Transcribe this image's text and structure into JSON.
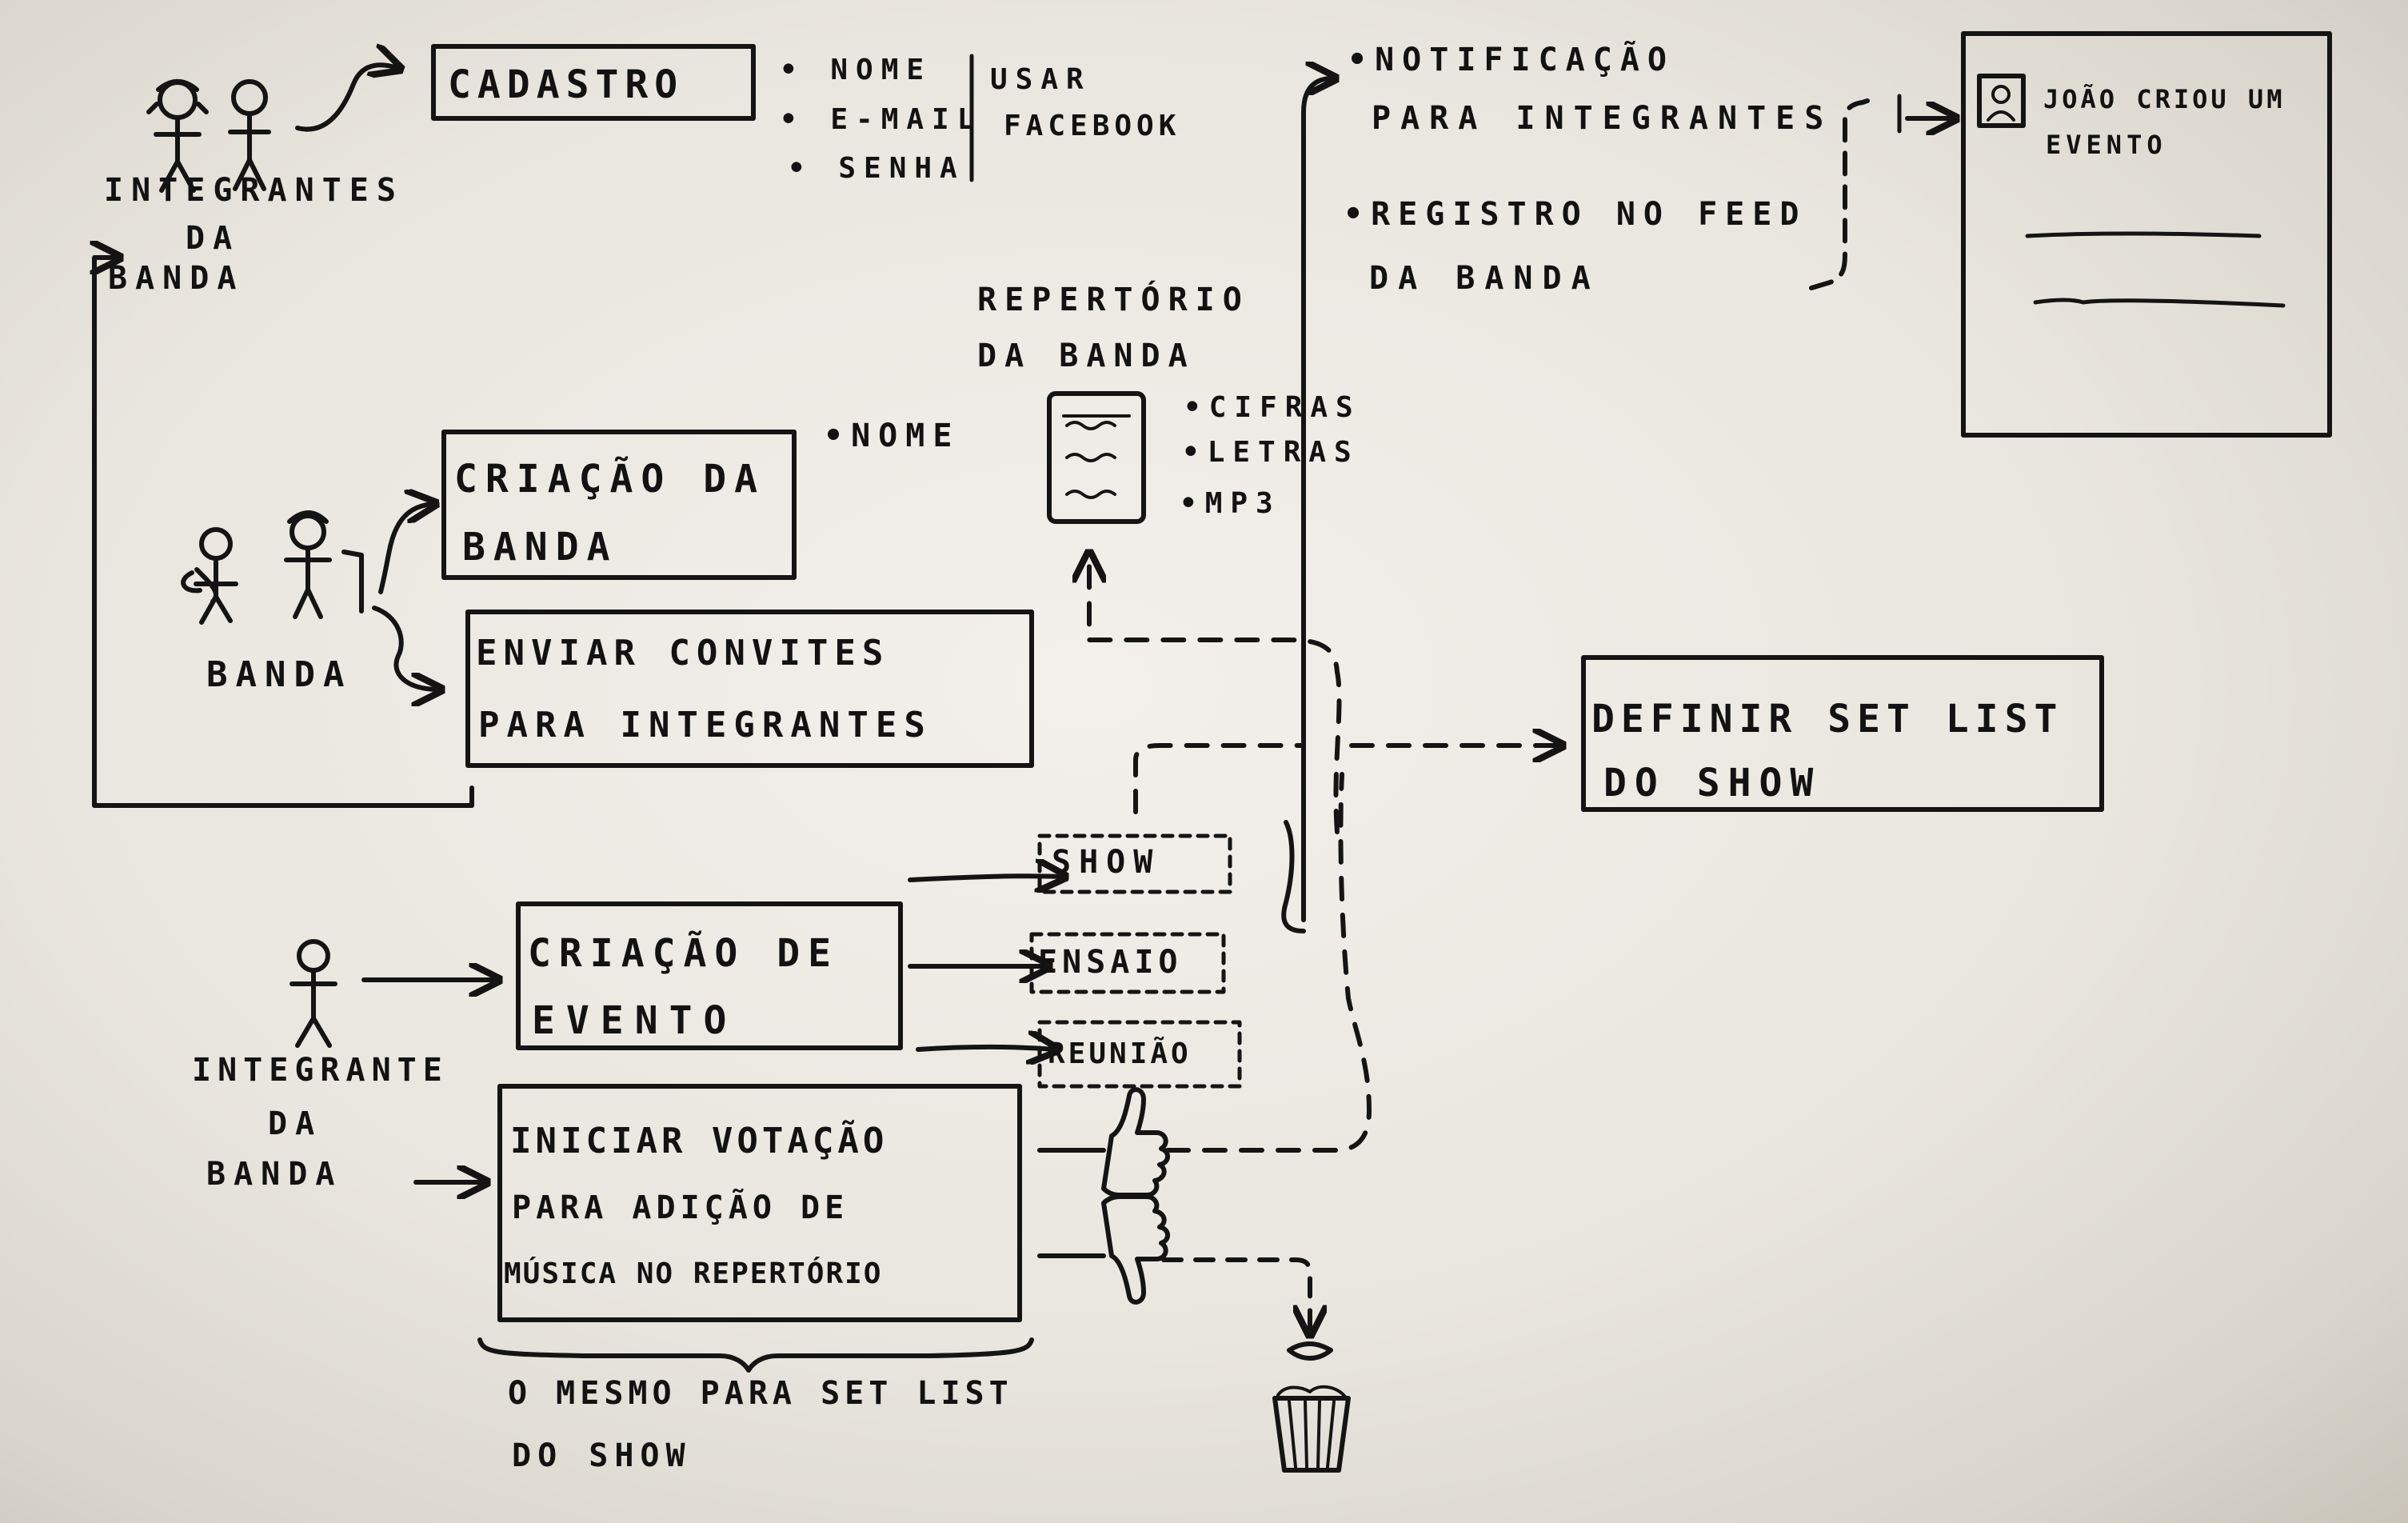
{
  "actors": {
    "integrantes_da_banda": [
      "INTEGRANTES",
      "DA",
      "BANDA"
    ],
    "banda": "BANDA",
    "integrante_da_banda": [
      "INTEGRANTE",
      "DA",
      "BANDA"
    ]
  },
  "cadastro": {
    "title": "CADASTRO",
    "fields": [
      "NOME",
      "E-MAIL",
      "SENHA"
    ],
    "alternative": [
      "USAR",
      "FACEBOOK"
    ]
  },
  "criacao_da_banda": {
    "title": [
      "CRIAÇÃO DA",
      "BANDA"
    ],
    "field": "NOME"
  },
  "enviar_convites": [
    "ENVIAR CONVITES",
    "PARA INTEGRANTES"
  ],
  "repertorio": {
    "title": [
      "REPERTÓRIO",
      "DA BANDA"
    ],
    "items": [
      "CIFRAS",
      "LETRAS",
      "MP3"
    ]
  },
  "notificacao": {
    "items": [
      [
        "NOTIFICAÇÃO",
        "PARA INTEGRANTES"
      ],
      [
        "REGISTRO NO FEED",
        "DA BANDA"
      ]
    ]
  },
  "feed_card": {
    "text": [
      "JOÃO CRIOU UM",
      "EVENTO"
    ],
    "icon": "user-icon"
  },
  "criacao_de_evento": {
    "title": [
      "CRIAÇÃO DE",
      "EVENTO"
    ],
    "types": [
      "SHOW",
      "ENSAIO",
      "REUNIÃO"
    ]
  },
  "set_list": [
    "DEFINIR SET LIST",
    "DO SHOW"
  ],
  "votacao": {
    "title": [
      "INICIAR VOTAÇÃO",
      "PARA ADIÇÃO DE",
      "MÚSICA NO REPERTÓRIO"
    ],
    "note": [
      "O MESMO PARA SET LIST",
      "DO SHOW"
    ],
    "icons": [
      "thumbs-up-icon",
      "thumbs-down-icon",
      "trash-icon"
    ]
  },
  "colors": {
    "ink": "#141414",
    "board": "#ece9e2"
  }
}
